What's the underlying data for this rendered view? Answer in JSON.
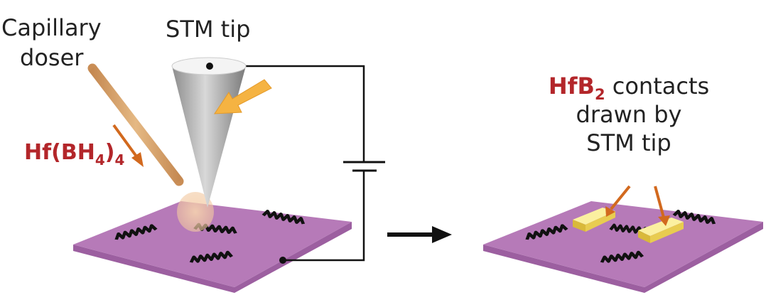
{
  "labels": {
    "capillary_line1": "Capillary",
    "capillary_line2": "doser",
    "stm_tip": "STM tip",
    "precursor_main": "Hf(BH",
    "precursor_sub1": "4",
    "precursor_close": ")",
    "precursor_sub2": "4",
    "result_red": "HfB",
    "result_sub": "2",
    "result_line1_rest": " contacts",
    "result_line2": "drawn by",
    "result_line3": "STM tip"
  },
  "colors": {
    "substrate": "#b67ab8",
    "red_text": "#b3262a",
    "arrow_orange": "#d2691e",
    "contact_yellow": "#f3e27a",
    "capillary": "#e0ae78"
  }
}
